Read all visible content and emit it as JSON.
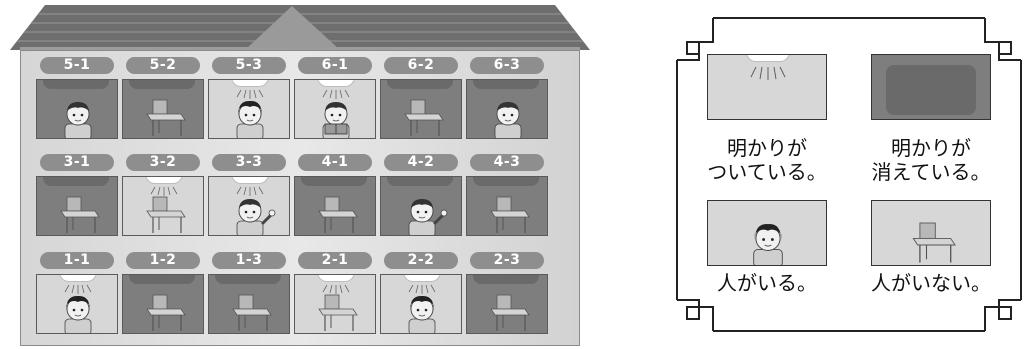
{
  "building": {
    "rooms": [
      {
        "label": "5-1",
        "light": "off",
        "person": "child"
      },
      {
        "label": "5-2",
        "light": "off",
        "person": "none"
      },
      {
        "label": "5-3",
        "light": "on",
        "person": "girl"
      },
      {
        "label": "6-1",
        "light": "on",
        "person": "reading"
      },
      {
        "label": "6-2",
        "light": "off",
        "person": "none"
      },
      {
        "label": "6-3",
        "light": "off",
        "person": "child"
      },
      {
        "label": "3-1",
        "light": "off",
        "person": "none"
      },
      {
        "label": "3-2",
        "light": "on",
        "person": "none"
      },
      {
        "label": "3-3",
        "light": "on",
        "person": "waving"
      },
      {
        "label": "4-1",
        "light": "off",
        "person": "none"
      },
      {
        "label": "4-2",
        "light": "off",
        "person": "waving"
      },
      {
        "label": "4-3",
        "light": "off",
        "person": "none"
      },
      {
        "label": "1-1",
        "light": "on",
        "person": "girl"
      },
      {
        "label": "1-2",
        "light": "off",
        "person": "none"
      },
      {
        "label": "1-3",
        "light": "off",
        "person": "none"
      },
      {
        "label": "2-1",
        "light": "on",
        "person": "none"
      },
      {
        "label": "2-2",
        "light": "on",
        "person": "girl"
      },
      {
        "label": "2-3",
        "light": "off",
        "person": "none"
      }
    ]
  },
  "legend": {
    "items": [
      {
        "line1": "明かりが",
        "line2": "ついている。",
        "light": "on",
        "person": "none"
      },
      {
        "line1": "明かりが",
        "line2": "消えている。",
        "light": "off",
        "person": "none"
      },
      {
        "line1": "人がいる。",
        "line2": "",
        "light": "on",
        "person": "girl"
      },
      {
        "line1": "人がいない。",
        "line2": "",
        "light": "on",
        "person": "none"
      }
    ]
  },
  "colors": {
    "roof": "#6e6e6e",
    "wall": "#e2e2e2",
    "dark_window": "#7e7e7e",
    "lit_window": "#d7d7d7",
    "tag": "#8e8e8e"
  }
}
